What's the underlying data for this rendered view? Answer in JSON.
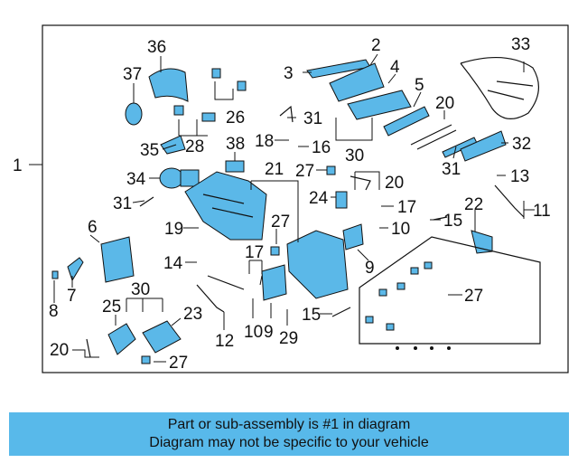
{
  "callouts": {
    "c1": "1",
    "c2": "2",
    "c3": "3",
    "c4": "4",
    "c5": "5",
    "c6": "6",
    "c7": "7",
    "c8": "8",
    "c9a": "9",
    "c9b": "9",
    "c10a": "10",
    "c10b": "10",
    "c11": "11",
    "c12": "12",
    "c13": "13",
    "c14": "14",
    "c15a": "15",
    "c15b": "15",
    "c16": "16",
    "c17a": "17",
    "c17b": "17",
    "c18": "18",
    "c19": "19",
    "c20a": "20",
    "c20b": "20",
    "c20c": "20",
    "c21": "21",
    "c22": "22",
    "c23": "23",
    "c24": "24",
    "c25": "25",
    "c26": "26",
    "c27a": "27",
    "c27b": "27",
    "c27c": "27",
    "c27d": "27",
    "c28": "28",
    "c29": "29",
    "c30a": "30",
    "c30b": "30",
    "c31a": "31",
    "c31b": "31",
    "c31c": "31",
    "c32": "32",
    "c33": "33",
    "c34": "34",
    "c35": "35",
    "c36": "36",
    "c37": "37",
    "c38": "38"
  },
  "notice": {
    "line1": "Part or sub-assembly is #1 in diagram",
    "line2": "Diagram may not be specific to your vehicle"
  },
  "colors": {
    "part_fill": "#5bb8e8",
    "notice_bg": "#58b9ea"
  }
}
